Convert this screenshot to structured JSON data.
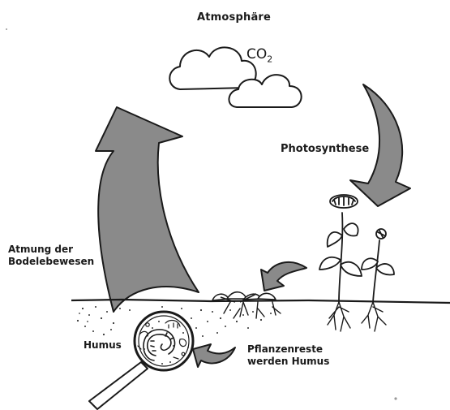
{
  "labels": {
    "atmosphere": "Atmosphäre",
    "co2_main": "CO",
    "co2_sub": "2",
    "photosynthesis": "Photosynthese",
    "respiration": "Atmung der\nBodelebewesen",
    "humus": "Humus",
    "plant_residues": "Pflanzenreste\nwerden Humus"
  },
  "colors": {
    "outline": "#1a1a1a",
    "arrow_fill": "#8a8a8a",
    "ground_dots": "#333333",
    "background": "#ffffff"
  },
  "icons": [
    "cloud-icon",
    "curved-arrow-icon",
    "flower-icon",
    "magnifying-glass-icon",
    "earthworm-icon",
    "root-icon"
  ]
}
